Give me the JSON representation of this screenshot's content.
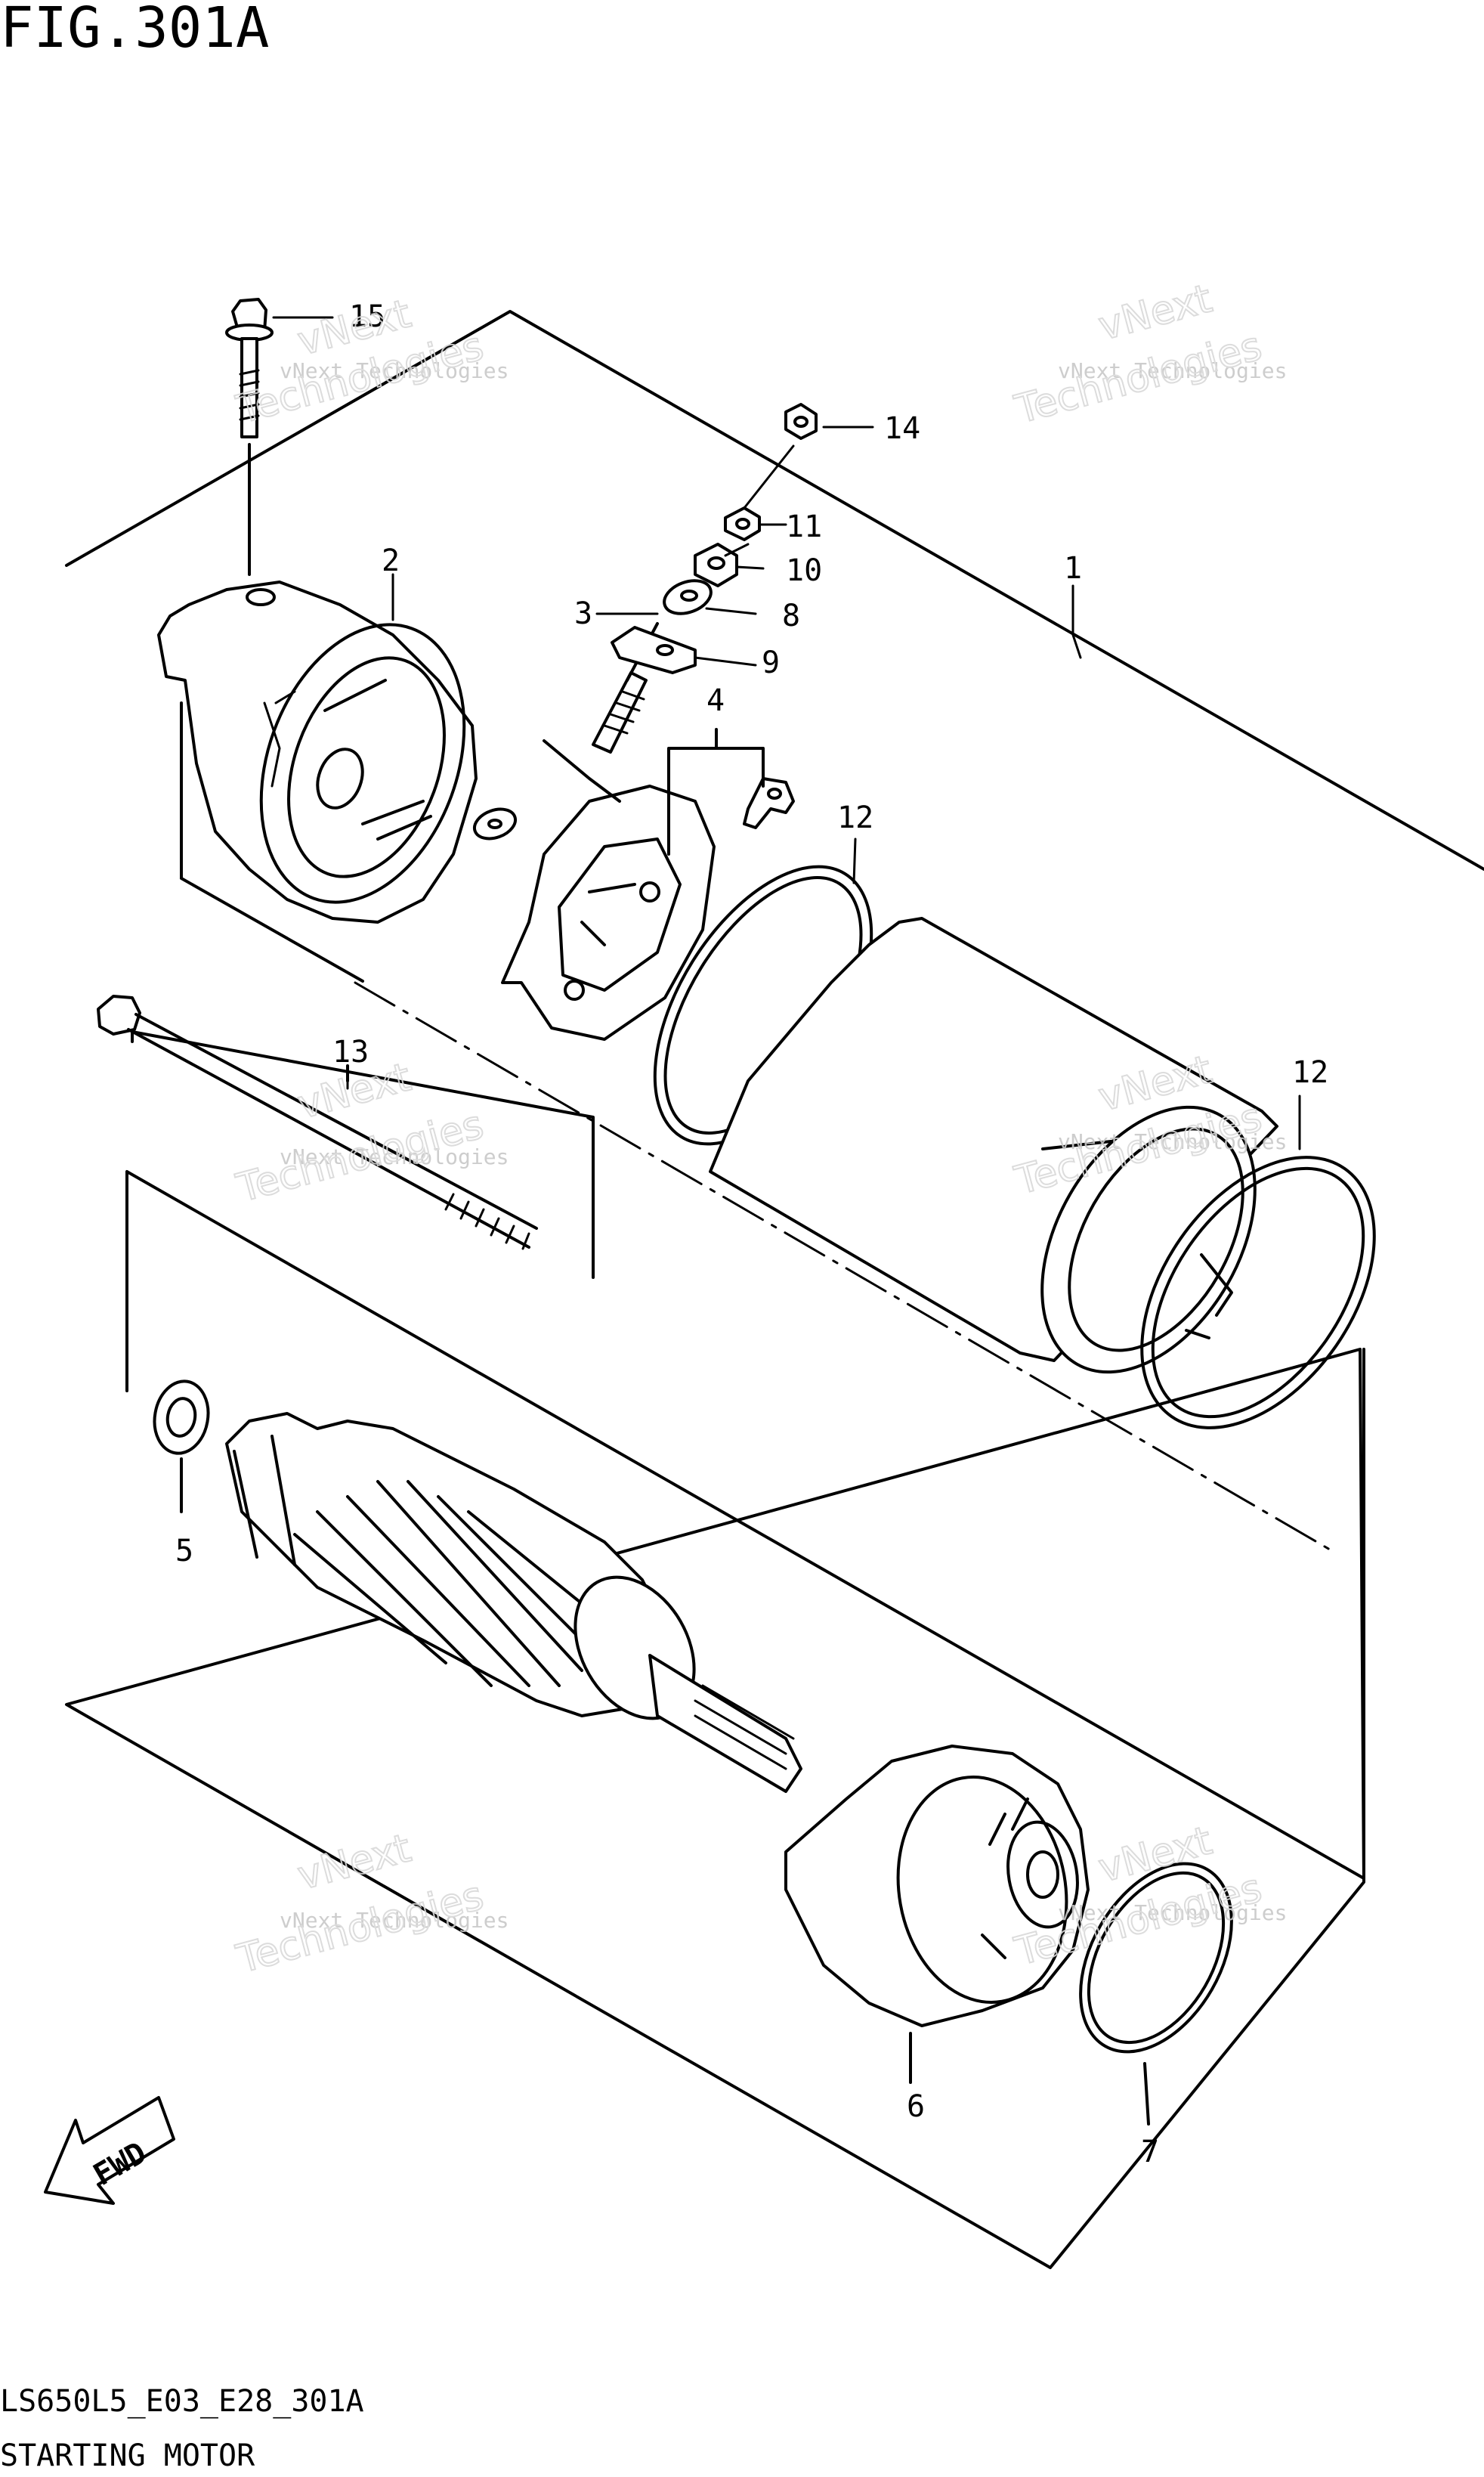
{
  "figure": {
    "title": "FIG.301A",
    "code": "LS650L5_E03_E28_301A",
    "name": "STARTING MOTOR"
  },
  "callouts": [
    {
      "id": "1",
      "label": "1"
    },
    {
      "id": "2",
      "label": "2"
    },
    {
      "id": "3",
      "label": "3"
    },
    {
      "id": "4",
      "label": "4"
    },
    {
      "id": "5",
      "label": "5"
    },
    {
      "id": "6",
      "label": "6"
    },
    {
      "id": "7",
      "label": "7"
    },
    {
      "id": "8",
      "label": "8"
    },
    {
      "id": "9",
      "label": "9"
    },
    {
      "id": "10",
      "label": "10"
    },
    {
      "id": "11",
      "label": "11"
    },
    {
      "id": "12a",
      "label": "12"
    },
    {
      "id": "12b",
      "label": "12"
    },
    {
      "id": "13",
      "label": "13"
    },
    {
      "id": "14",
      "label": "14"
    },
    {
      "id": "15",
      "label": "15"
    }
  ],
  "direction_badge": {
    "label": "FWD",
    "icon": "fwd-arrow-icon"
  },
  "watermark": {
    "small": "vNext Technologies",
    "line1": "vNext",
    "line2": "Technologies"
  }
}
